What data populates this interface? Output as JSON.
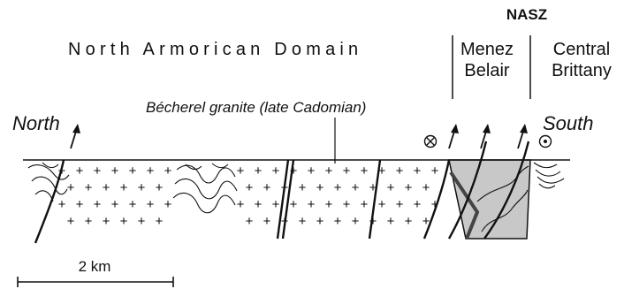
{
  "title": {
    "fault_zone": "NASZ"
  },
  "domains": {
    "north_armorican": "North Armorican Domain",
    "menez_belair_line1": "Menez",
    "menez_belair_line2": "Belair",
    "central_brittany_line1": "Central",
    "central_brittany_line2": "Brittany"
  },
  "directions": {
    "north": "North",
    "south": "South"
  },
  "annotations": {
    "granite": "Bécherel granite (late Cadomian)"
  },
  "symbols": {
    "into_page": "cross-in-circle-icon",
    "out_of_page": "dot-in-circle-icon",
    "reverse_fault_arrow": "fault-arrow-icon"
  },
  "scale_bar": {
    "label": "2 km"
  },
  "colors": {
    "shear_zone_fill": "#c8c8c8",
    "ink": "#111111"
  }
}
